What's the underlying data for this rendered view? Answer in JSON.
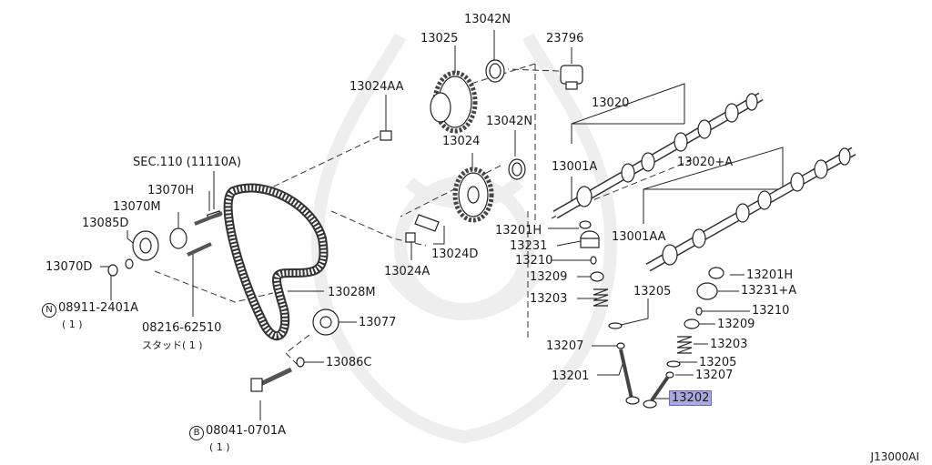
{
  "diagram_id": "J13000AI",
  "highlight_color": "#a9a9e0",
  "labels": {
    "p13042N_a": "13042N",
    "p13025": "13025",
    "p23796": "23796",
    "p13024AA": "13024AA",
    "p13020": "13020",
    "p13042N_b": "13042N",
    "p13024": "13024",
    "p13001A": "13001A",
    "sec110": "SEC.110 (11110A)",
    "p13020A": "13020+A",
    "p13070H": "13070H",
    "p13070M": "13070M",
    "p13085D": "13085D",
    "p13201H_a": "13201H",
    "p13231": "13231",
    "p13001AA": "13001AA",
    "p13070D": "13070D",
    "p13210_a": "13210",
    "p13024D": "13024D",
    "p13024A": "13024A",
    "p13209_a": "13209",
    "p13201H_b": "13201H",
    "p13028M": "13028M",
    "p13231A": "13231+A",
    "p13203_a": "13203",
    "p13205_a": "13205",
    "bolt_n_marker": "N",
    "bolt_n_part": "08911-2401A",
    "bolt_n_qty": "( 1 )",
    "p13210_b": "13210",
    "p13077": "13077",
    "stud_part": "08216-62510",
    "stud_note": "スタッド( 1 )",
    "p13209_b": "13209",
    "p13203_b": "13203",
    "p13207_a": "13207",
    "p13086C": "13086C",
    "p13205_b": "13205",
    "p13201": "13201",
    "p13207_b": "13207",
    "p13202": "13202",
    "bolt_b_marker": "B",
    "bolt_b_part": "08041-0701A",
    "bolt_b_qty": "( 1 )"
  }
}
